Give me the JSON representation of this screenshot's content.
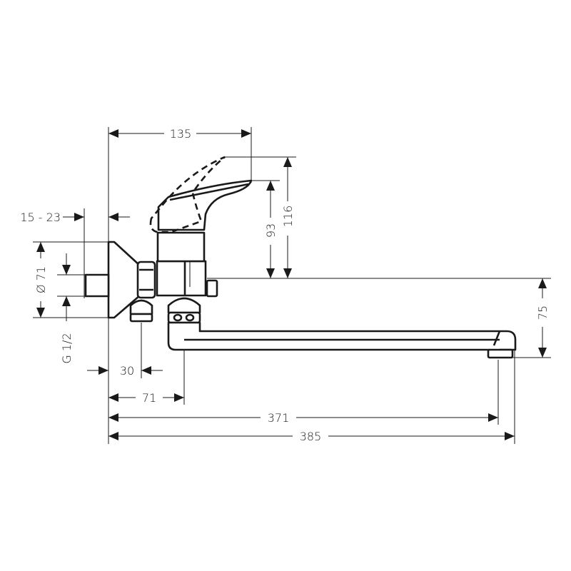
{
  "drawing": {
    "title": "Wall-mounted single lever bath mixer with swivel spout - dimension drawing",
    "units": "mm",
    "line_color": "#1a1a1a",
    "background": "#ffffff"
  },
  "dimensions": {
    "lever_reach": "135",
    "wall_offset": "15 - 23",
    "rosette_diameter": "Ø 71",
    "thread": "G 1/2",
    "inlet_offset": "30",
    "spout_pivot_offset": "71",
    "spout_projection": "371",
    "overall_length": "385",
    "lever_height": "93",
    "lever_height_open": "116",
    "spout_height": "75"
  }
}
